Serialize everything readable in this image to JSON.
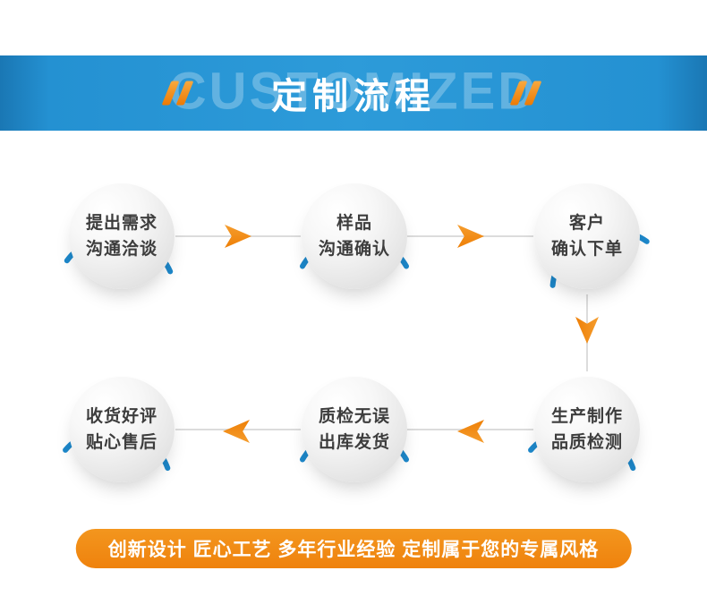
{
  "banner": {
    "watermark": "CUSTOMIZED",
    "title": "定制流程"
  },
  "steps": [
    {
      "lines": [
        "提出需求",
        "沟通洽谈"
      ]
    },
    {
      "lines": [
        "样品",
        "沟通确认"
      ]
    },
    {
      "lines": [
        "客户",
        "确认下单"
      ]
    },
    {
      "lines": [
        "生产制作",
        "品质检测"
      ]
    },
    {
      "lines": [
        "质检无误",
        "出库发货"
      ]
    },
    {
      "lines": [
        "收货好评",
        "贴心售后"
      ]
    }
  ],
  "footer": {
    "text": "创新设计 匠心工艺 多年行业经验 定制属于您的专属风格"
  },
  "colors": {
    "blue": "#1d88cb",
    "orange": "#f08200"
  }
}
